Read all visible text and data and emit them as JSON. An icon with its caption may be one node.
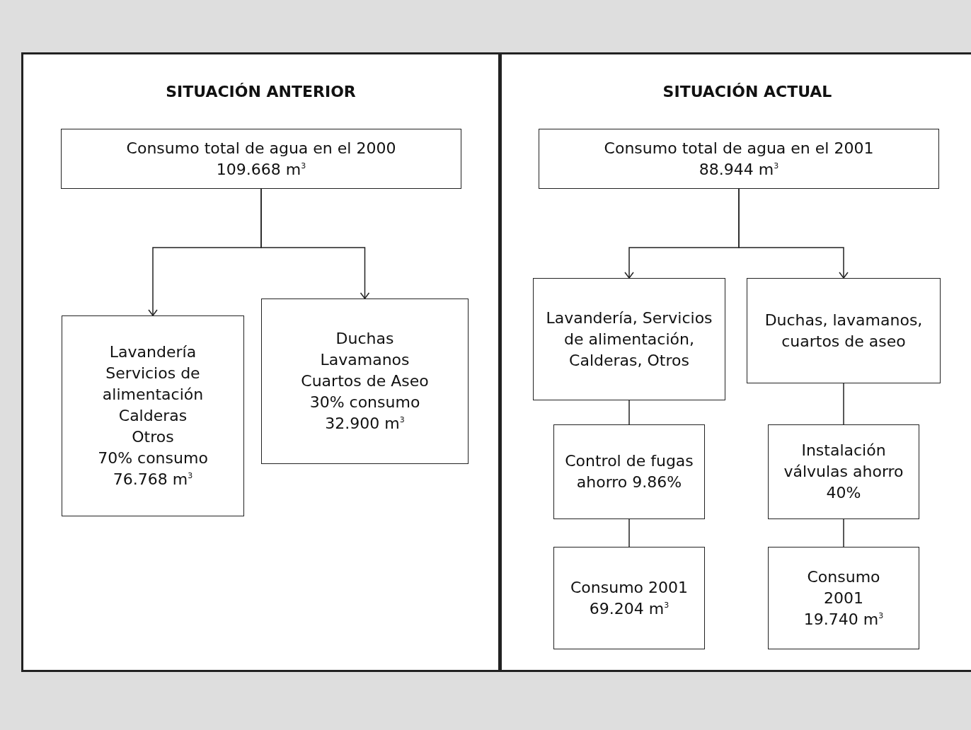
{
  "diagram": {
    "nodes": [
      {
        "text": [
          "SITUACIÓN ANTERIOR"
        ]
      },
      {
        "text": [
          "Consumo total de agua en el 2000",
          "109.668 m$^{3}$"
        ],
        "in": 0
      },
      {
        "text": [
          "Lavandería",
          "Servicios de alimentación",
          "Calderas",
          "Otros",
          "70% consumo",
          "76.768 m$^{3}$"
        ],
        "in": 0
      },
      {
        "text": [
          "Duchas",
          "Lavamanos",
          "Cuartos de Aseo",
          "30% consumo",
          "32.900 m$^{3}$"
        ],
        "in": 0
      },
      {
        "text": [
          "SITUACIÓN ACTUAL"
        ]
      },
      {
        "text": [
          "Consumo total de agua en el 2001",
          "88.944 m$^{3}$"
        ],
        "in": 4
      },
      {
        "text": [
          "Lavandería, Servicios de alimentación, Calderas, Otros"
        ],
        "in": 4
      },
      {
        "text": [
          "Duchas, lavamanos, cuartos de aseo"
        ],
        "in": 4
      },
      {
        "text": [
          "Control de fugas ahorro 9.86%"
        ],
        "in": 4
      },
      {
        "text": [
          "Instalación válvulas ahorro 40%"
        ],
        "in": 4
      },
      {
        "text": [
          "Consumo 2001",
          "69.204 m$^{3}$"
        ],
        "in": 4
      },
      {
        "text": [
          "Consumo 2001",
          "19.740 m$^{3}$"
        ],
        "in": 4
      }
    ],
    "edges": [
      {
        "from": 1,
        "to": 2,
        "arrow": "to"
      },
      {
        "from": 1,
        "to": 3,
        "arrow": "to"
      },
      {
        "from": 5,
        "to": 6,
        "arrow": "to"
      },
      {
        "from": 5,
        "to": 7,
        "arrow": "to"
      },
      {
        "from": 6,
        "to": 8,
        "arrow": "none"
      },
      {
        "from": 8,
        "to": 10,
        "arrow": "none"
      },
      {
        "from": 7,
        "to": 9,
        "arrow": "none"
      },
      {
        "from": 9,
        "to": 11,
        "arrow": "none"
      }
    ]
  }
}
